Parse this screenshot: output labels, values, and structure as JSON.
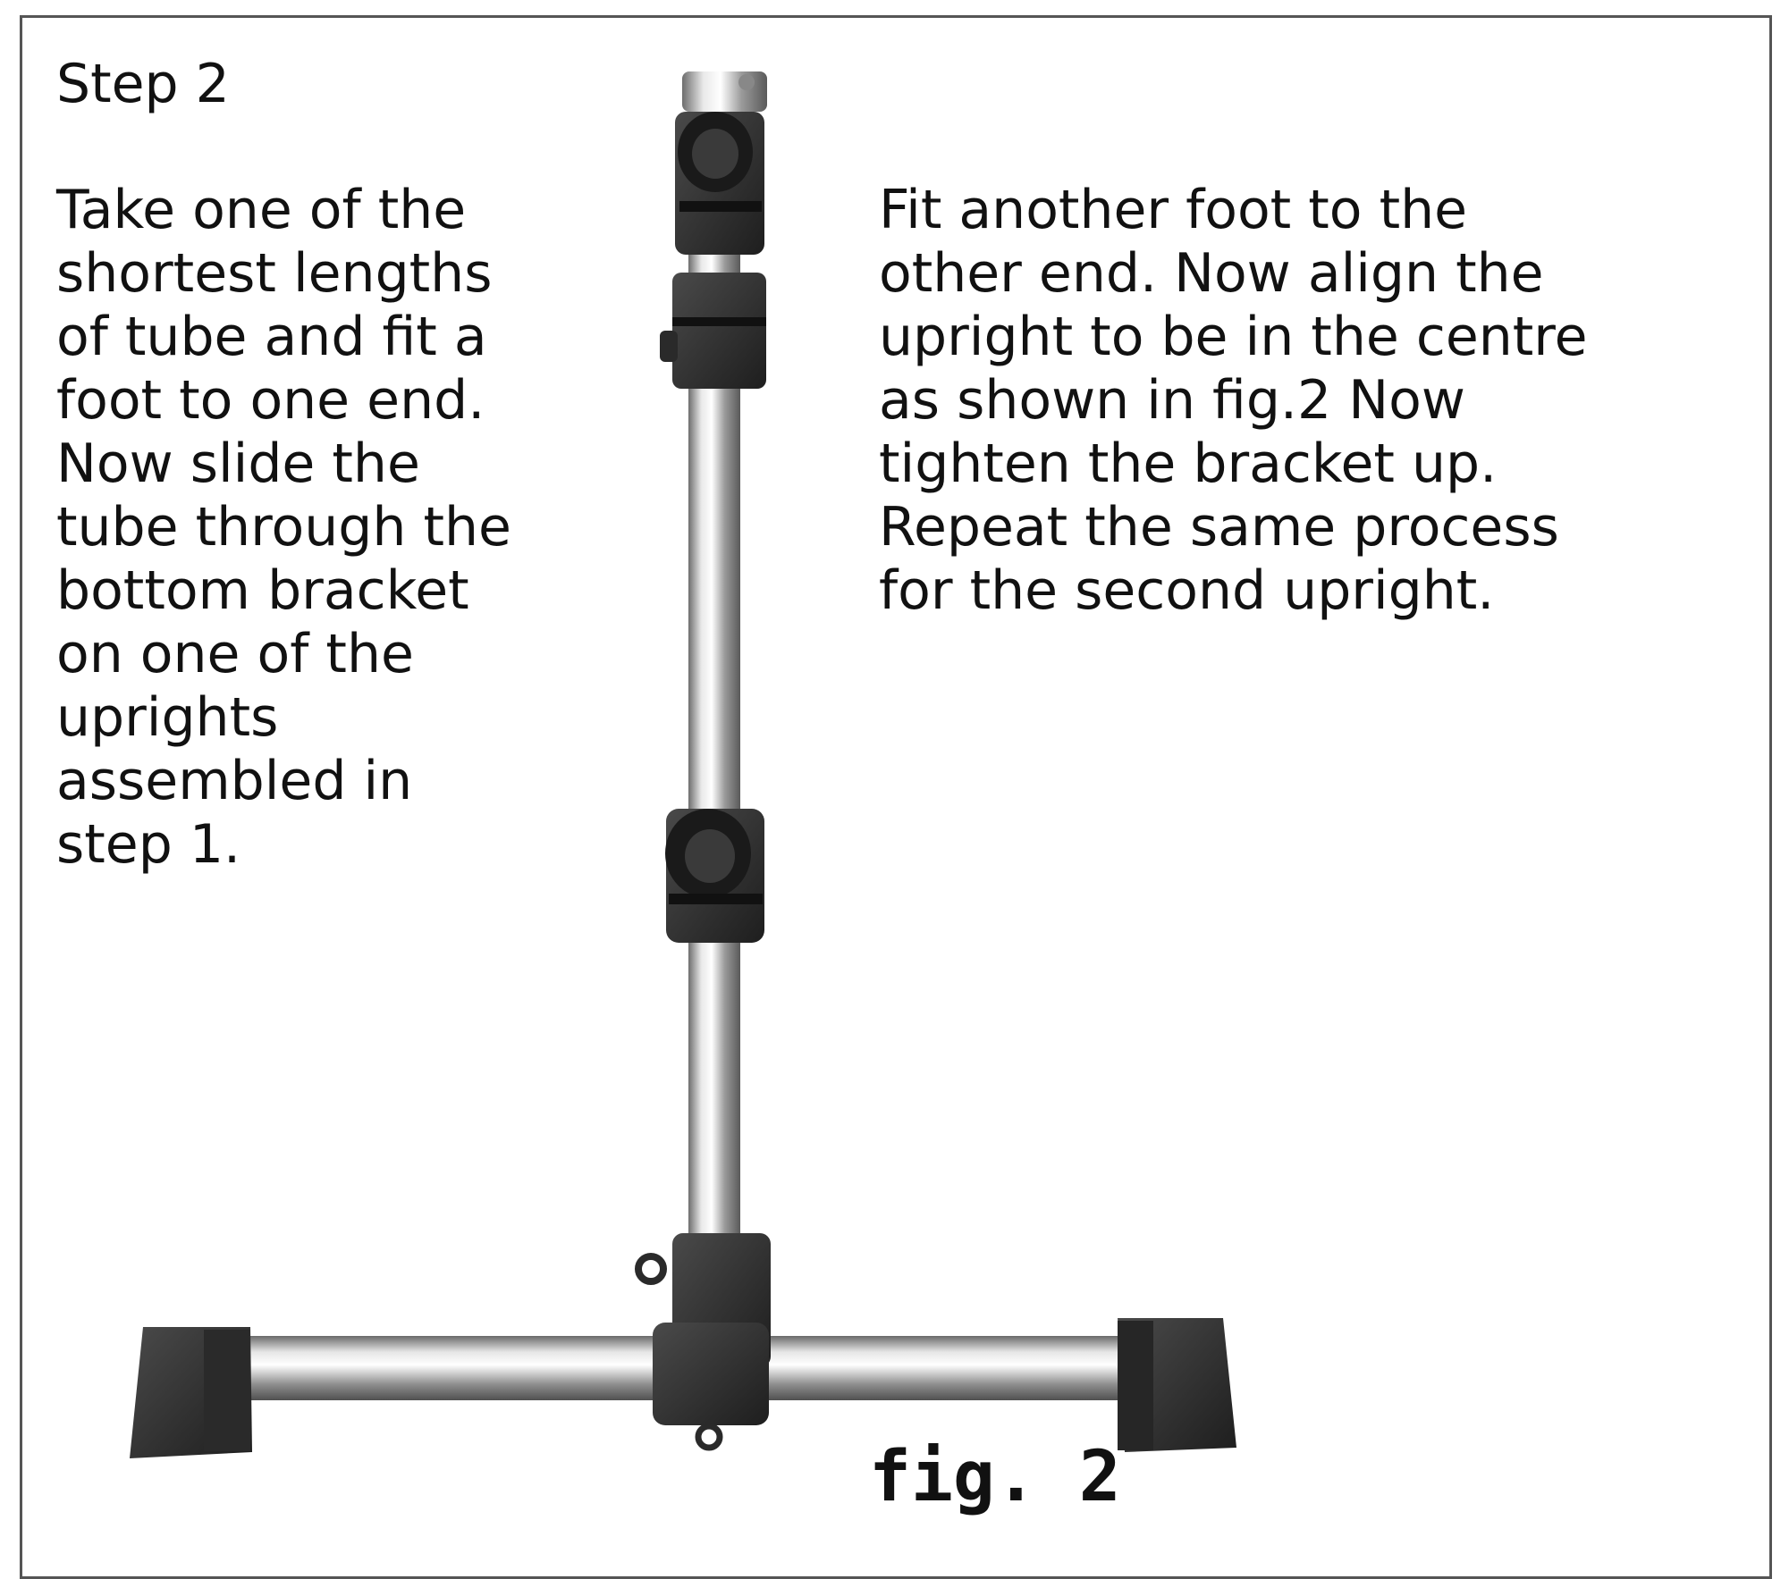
{
  "heading": "Step 2",
  "left_text": "Take one of the\nshortest lengths\nof tube and fit a\nfoot to one end.\nNow slide the\ntube through the\nbottom bracket\non one of the\nuprights\nassembled in\nstep 1.",
  "right_text": "Fit another foot to the\nother end. Now align the\nupright to be in the centre\nas shown in fig.2 Now\ntighten the bracket up.\nRepeat the same process\nfor the second upright.",
  "figure_caption": "fig. 2",
  "colors": {
    "border": "#555555",
    "tube_metal": "#c9c9c9",
    "bracket_plastic": "#2e2e2e"
  }
}
